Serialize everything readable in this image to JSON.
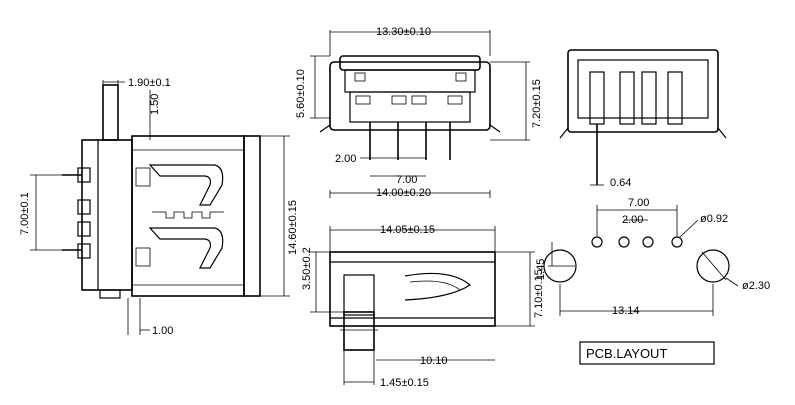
{
  "side_view": {
    "dim_pin_width": "1.90±0.1",
    "dim_pin_length": "1.50",
    "dim_pin_height": "7.00±0.1",
    "dim_body_height": "14.60±0.15",
    "dim_foot": "1.00"
  },
  "front_view": {
    "dim_top_width": "13.30±0.10",
    "dim_opening_height": "5.60±0.10",
    "dim_total_height": "7.20±0.15",
    "dim_pitch_small": "2.00",
    "dim_pitch_large": "7.00",
    "dim_total_width": "14.00±0.20"
  },
  "rear_view": {
    "dim_pin_thickness": "0.64"
  },
  "top_view": {
    "dim_length": "14.05±0.15",
    "dim_offset": "3.50±0.2",
    "dim_height": "7.10±0.15",
    "dim_inner": "10.10",
    "dim_post": "1.45±0.15"
  },
  "pcb_layout": {
    "title": "PCB.LAYOUT",
    "dim_pitch_large": "7.00",
    "dim_pitch_small": "2.00",
    "dim_small_hole": "ø0.92",
    "dim_big_hole": "ø2.30",
    "dim_offset": "1.45",
    "dim_span": "13.14"
  }
}
